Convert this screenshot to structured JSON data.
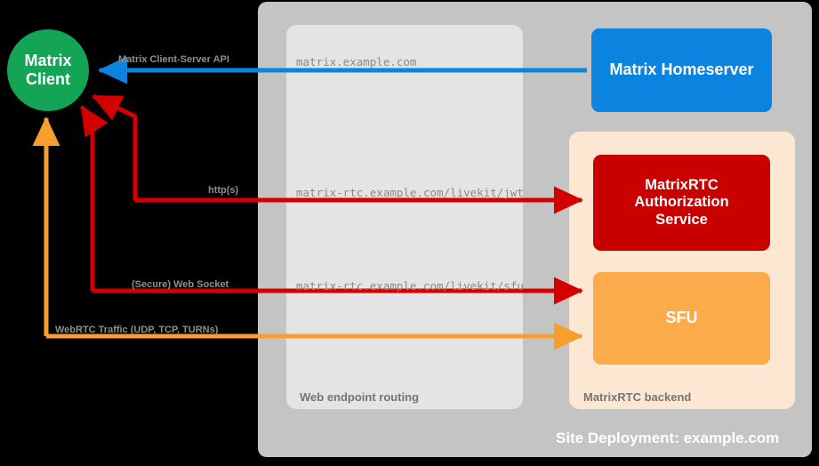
{
  "diagram": {
    "title": "Site Deployment: example.com",
    "colors": {
      "canvas": "#000000",
      "site_container": "#c4c4c4",
      "web_routing_container": "#e4e4e4",
      "matrixrtc_container": "#fce8d2",
      "client_node": "#13a456",
      "homeserver_node": "#0b84e0",
      "auth_service_node": "#c90000",
      "sfu_node": "#fba githu"
    },
    "palette": {
      "green": "#13a456",
      "blue": "#0b84e0",
      "red": "#c90000",
      "orange": "#fbab4a",
      "arrow_red": "#d40000",
      "arrow_orange": "#f79f2e",
      "arrow_blue": "#0b84e0",
      "label_gray": "#8e8e8e",
      "group_gray": "#757575"
    }
  },
  "nodes": {
    "client": {
      "label": "Matrix\nClient",
      "line1": "Matrix",
      "line2": "Client",
      "shape": "circle"
    },
    "homeserver": {
      "label": "Matrix Homeserver",
      "shape": "rounded-rect"
    },
    "auth_service": {
      "label": "MatrixRTC\nAuthorization\nService",
      "line1": "MatrixRTC",
      "line2": "Authorization",
      "line3": "Service",
      "shape": "rounded-rect"
    },
    "sfu": {
      "label": "SFU",
      "shape": "rounded-rect"
    }
  },
  "groups": {
    "site": {
      "label": "Site Deployment: example.com"
    },
    "web_routing": {
      "label": "Web endpoint routing"
    },
    "matrixrtc_backend": {
      "label": "MatrixRTC backend"
    }
  },
  "endpoints": [
    {
      "id": "homeserver-endpoint",
      "text": "matrix.example.com"
    },
    {
      "id": "jwt-endpoint",
      "text": "matrix-rtc.example.com/livekit/jwt"
    },
    {
      "id": "sfu-endpoint",
      "text": "matrix-rtc.example.com/livekit/sfu"
    }
  ],
  "edges": [
    {
      "id": "client-server-api",
      "label": "Matrix Client-Server API",
      "color": "#0b84e0",
      "direction": "to-client"
    },
    {
      "id": "jwt-http",
      "label": "http(s)",
      "color": "#d40000",
      "direction": "bidirectional"
    },
    {
      "id": "sfu-websocket",
      "label": "(Secure) Web Socket",
      "color": "#d40000",
      "direction": "bidirectional"
    },
    {
      "id": "webrtc-traffic",
      "label": "WebRTC Traffic (UDP, TCP, TURNs)",
      "color": "#f79f2e",
      "direction": "bidirectional"
    }
  ]
}
